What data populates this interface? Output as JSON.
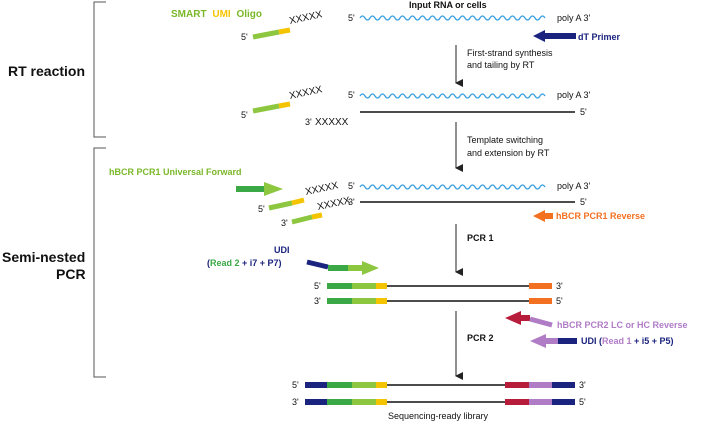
{
  "sections": {
    "rt_reaction": "RT reaction",
    "semi_nested_line1": "Semi-nested",
    "semi_nested_line2": "PCR"
  },
  "top": {
    "oligo_smart": "SMART",
    "oligo_umi": "UMI",
    "oligo_word": "Oligo",
    "input": "Input RNA or cells",
    "dt_primer": "dT Primer"
  },
  "ends": {
    "five": "5'",
    "three": "3'",
    "poly_a": "poly A 3'",
    "xxxxx": "XXXXX"
  },
  "steps": {
    "first_strand_l1": "First-strand synthesis",
    "first_strand_l2": "and tailing by RT",
    "template_l1": "Template switching",
    "template_l2": "and extension by RT",
    "pcr1": "PCR 1",
    "pcr2": "PCR 2"
  },
  "primers": {
    "hbcr_pcr1_fwd": "hBCR PCR1 Universal Forward",
    "hbcr_pcr1_rev": "hBCR PCR1 Reverse",
    "udi_top": "UDI",
    "udi_read2_open": "(",
    "udi_read2": "Read 2",
    "udi_read2_rest": " + i7 + P7)",
    "hbcr_pcr2_rev": "hBCR PCR2 LC or HC Reverse",
    "udi_bottom": "UDI (",
    "udi_read1": "Read 1",
    "udi_read1_rest": " + i5 + P5)"
  },
  "footer": {
    "library": "Sequencing-ready library"
  },
  "colors": {
    "lime": "#8dc63f",
    "yellow": "#f5c400",
    "dark_green": "#3aa845",
    "navy": "#1a237e",
    "orange": "#f37021",
    "red": "#b71c3a",
    "purple": "#b07cc6",
    "blue_wave": "#3aa0e0",
    "text_green": "#7ab829"
  }
}
